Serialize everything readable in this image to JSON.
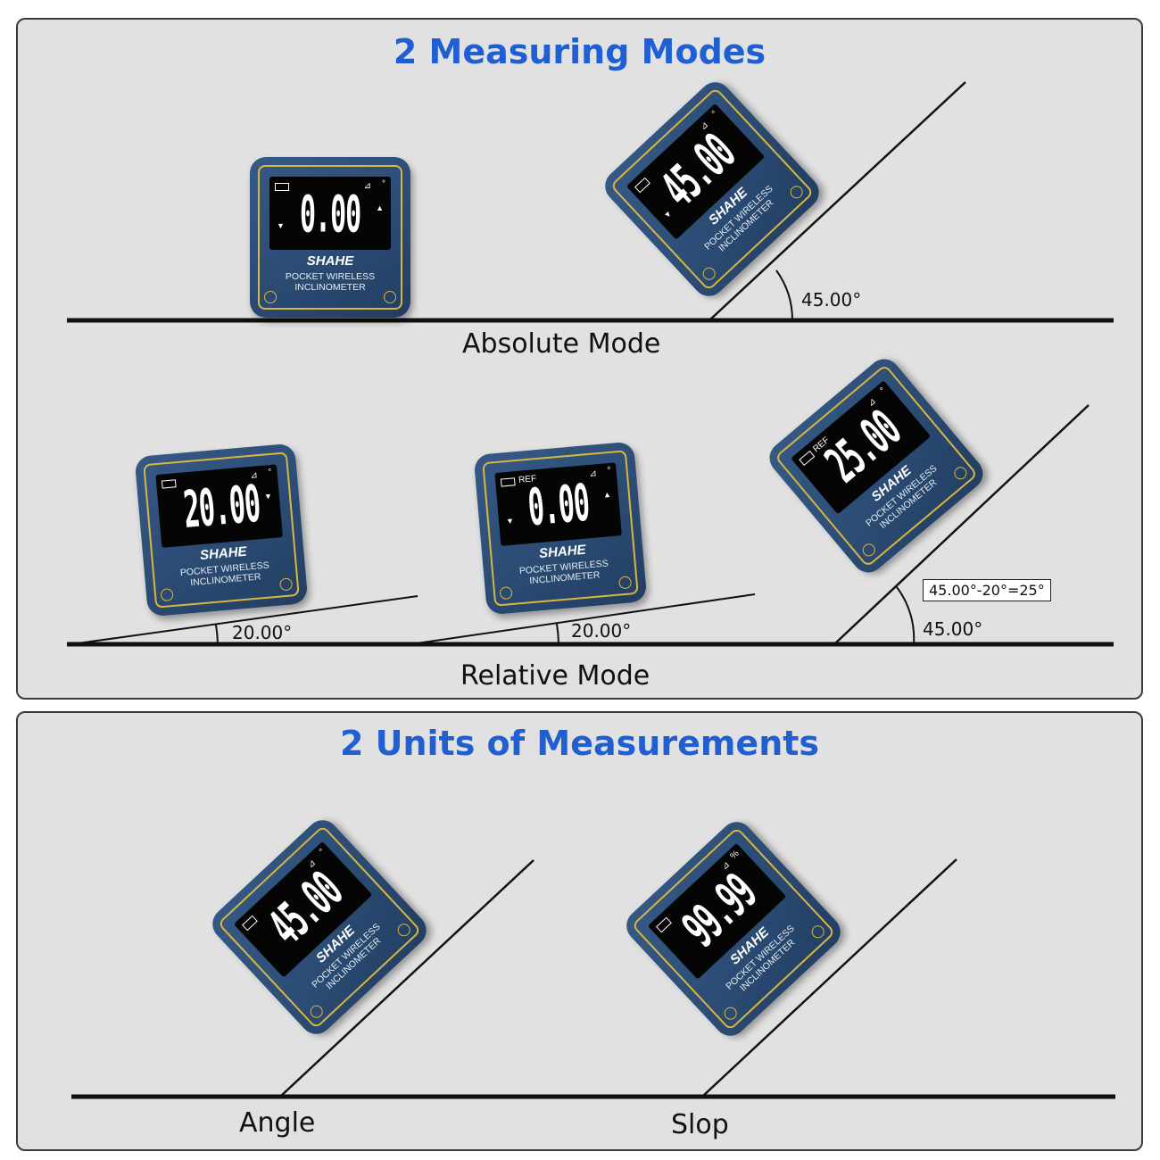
{
  "measuring_modes": {
    "title": "2 Measuring Modes",
    "absolute_mode_label": "Absolute Mode",
    "absolute_angle": "45.00°",
    "relative_mode_label": "Relative Mode",
    "relative_base_angle_1": "20.00°",
    "relative_base_angle_2": "20.00°",
    "relative_total_angle": "45.00°",
    "relative_formula": "45.00°-20°=25°"
  },
  "units": {
    "title": "2 Units of Measurements",
    "angle_label": "Angle",
    "slope_label": "Slop"
  },
  "device": {
    "brand": "SHAHE",
    "model_line1": "POCKET WIRELESS",
    "model_line2": "INCLINOMETER",
    "ref_indicator": "REF",
    "degree_unit": "°",
    "percent_unit": "%"
  },
  "readings": {
    "absolute_level": "0.00",
    "absolute_tilted": "45.00",
    "relative_base": "20.00",
    "relative_zeroed": "0.00",
    "relative_tilted": "25.00",
    "angle_unit_reading": "45.00",
    "slope_unit_reading": "99.99"
  },
  "colors": {
    "title_blue": "#1f5fd1",
    "panel_bg": "#e1e1e1",
    "device_body": "#2a4a72",
    "device_trim": "#d8b640"
  }
}
